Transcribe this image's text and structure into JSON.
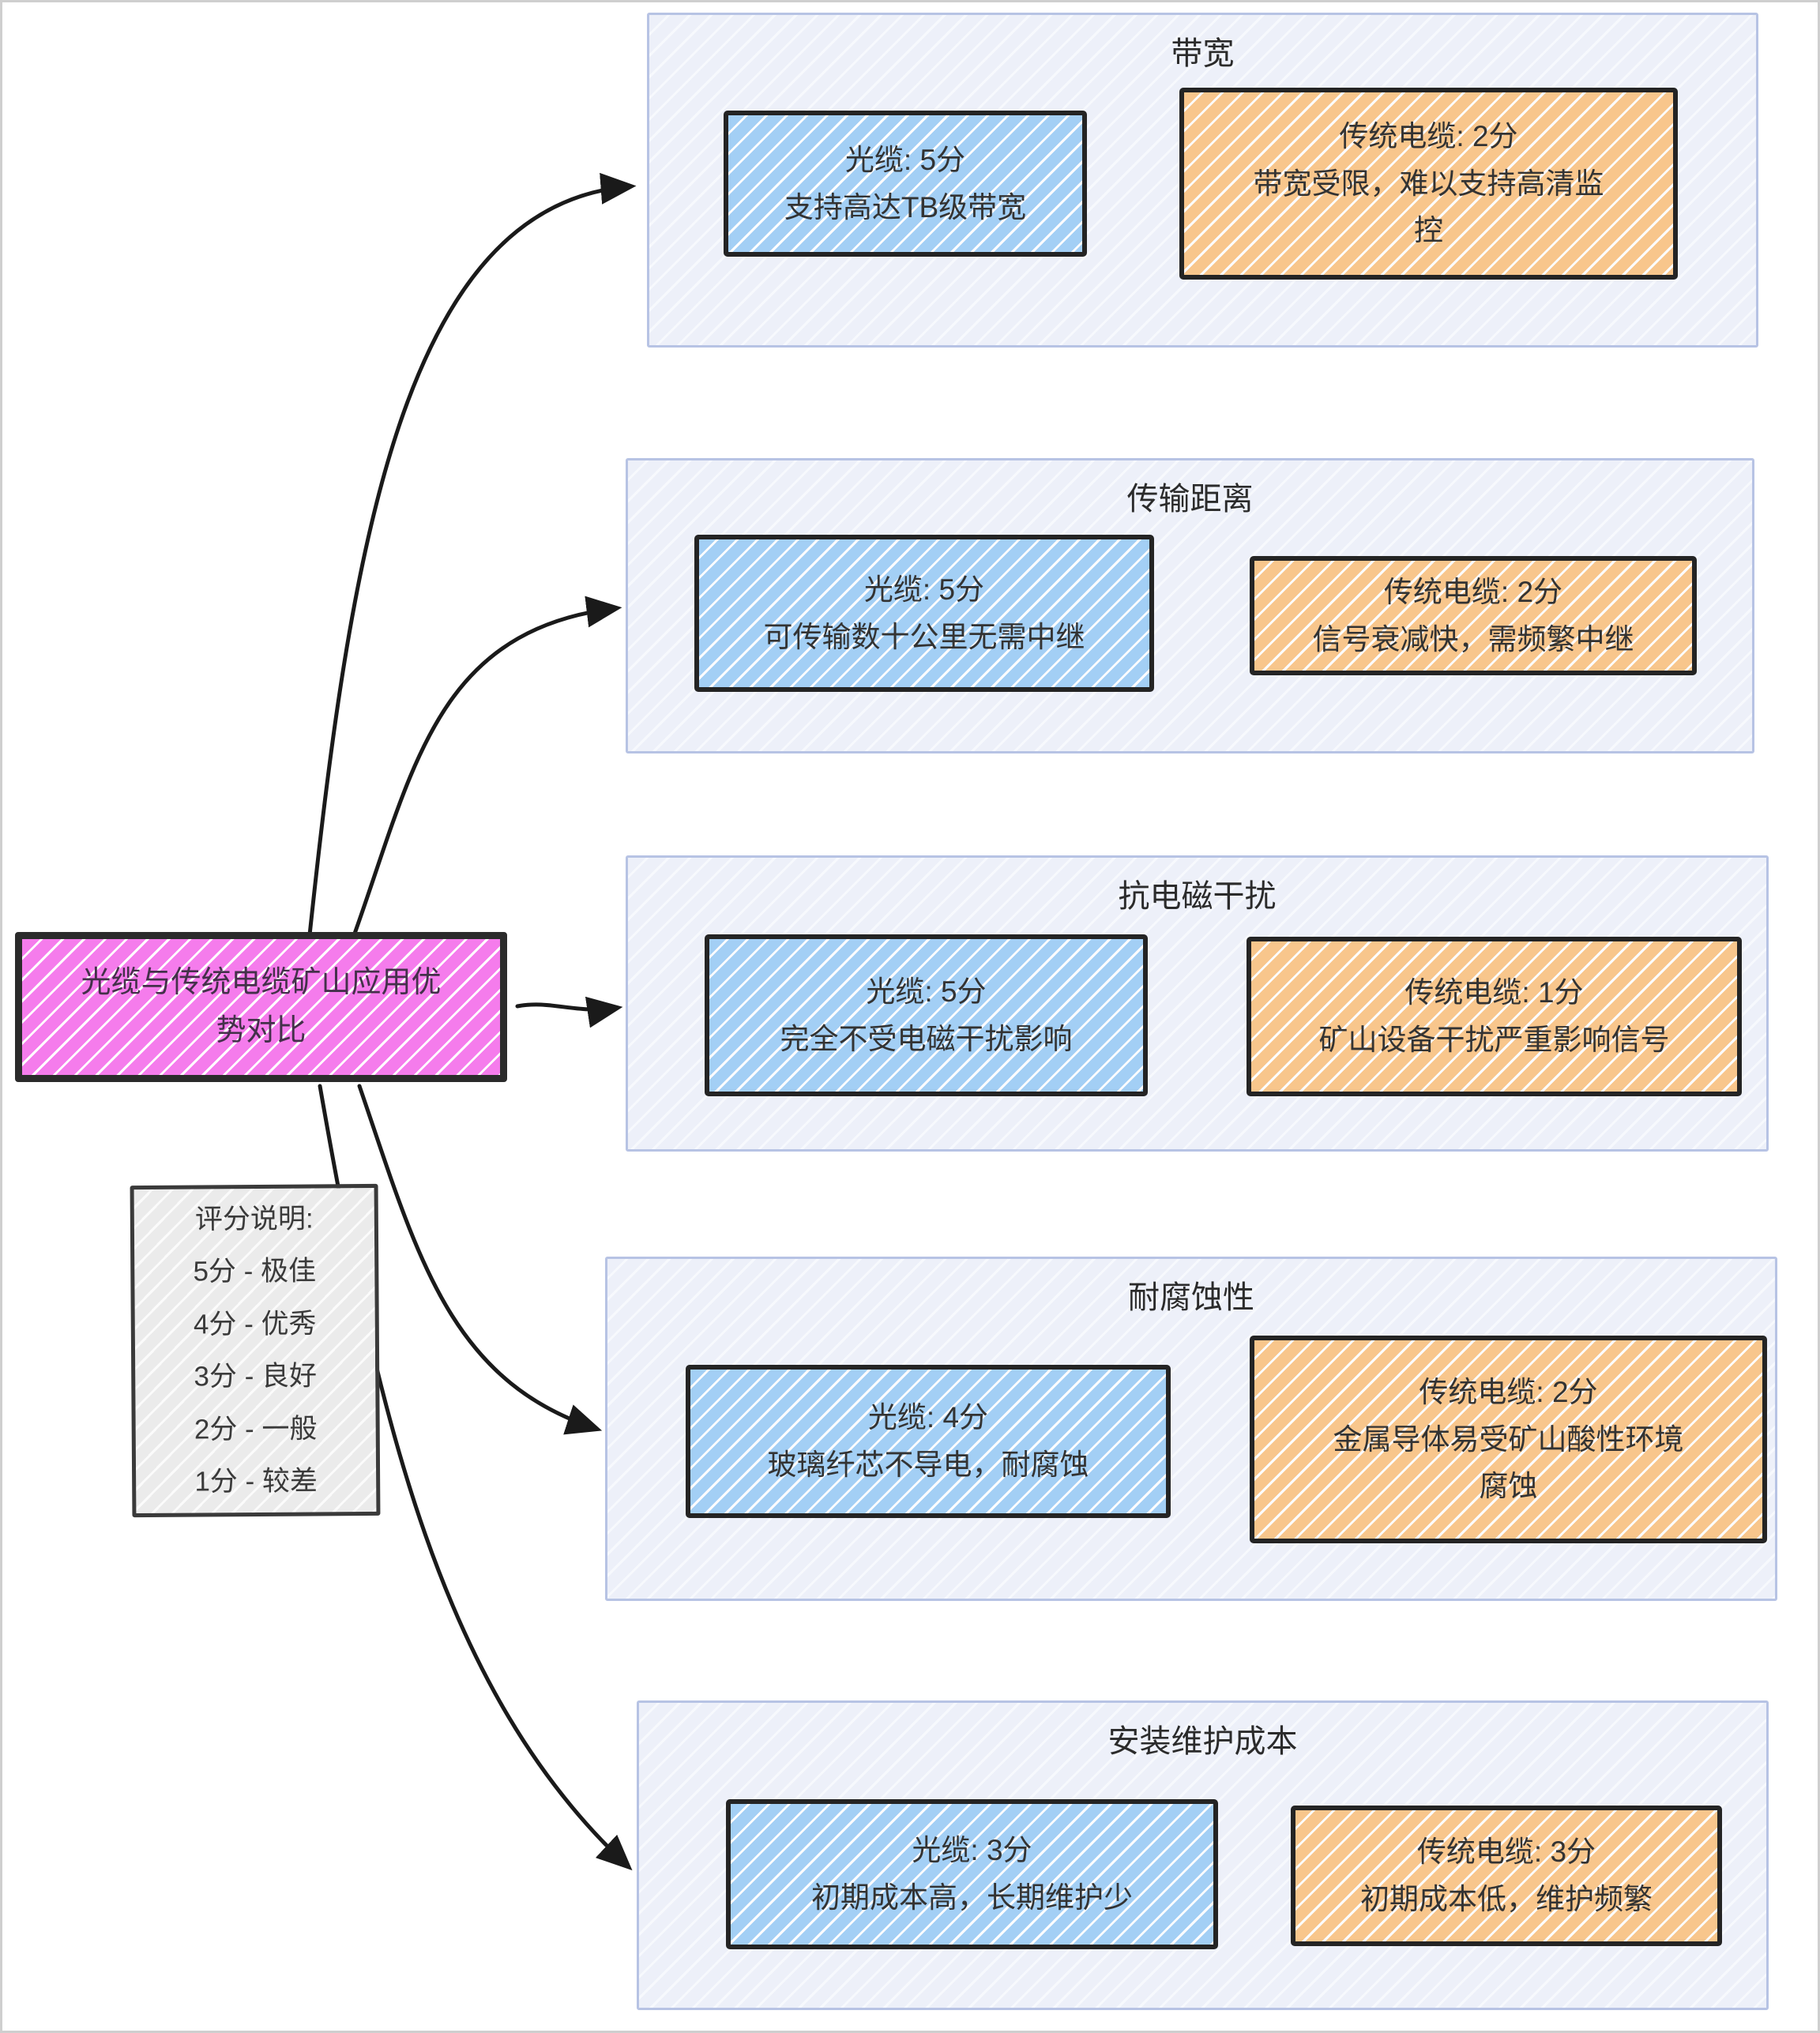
{
  "diagram": {
    "root": {
      "title": "光缆与传统电缆矿山应用优\n势对比"
    },
    "legend": {
      "lines": [
        "评分说明:",
        "5分 - 极佳",
        "4分 - 优秀",
        "3分 - 良好",
        "2分 - 一般",
        "1分 - 较差"
      ]
    },
    "sections": [
      {
        "title": "带宽",
        "optical": {
          "label": "光缆: 5分",
          "score": 5,
          "desc": "支持高达TB级带宽"
        },
        "traditional": {
          "label": "传统电缆: 2分",
          "score": 2,
          "desc": "带宽受限，难以支持高清监\n控"
        }
      },
      {
        "title": "传输距离",
        "optical": {
          "label": "光缆: 5分",
          "score": 5,
          "desc": "可传输数十公里无需中继"
        },
        "traditional": {
          "label": "传统电缆: 2分",
          "score": 2,
          "desc": "信号衰减快，需频繁中继"
        }
      },
      {
        "title": "抗电磁干扰",
        "optical": {
          "label": "光缆: 5分",
          "score": 5,
          "desc": "完全不受电磁干扰影响"
        },
        "traditional": {
          "label": "传统电缆: 1分",
          "score": 1,
          "desc": "矿山设备干扰严重影响信号"
        }
      },
      {
        "title": "耐腐蚀性",
        "optical": {
          "label": "光缆: 4分",
          "score": 4,
          "desc": "玻璃纤芯不导电，耐腐蚀"
        },
        "traditional": {
          "label": "传统电缆: 2分",
          "score": 2,
          "desc": "金属导体易受矿山酸性环境\n腐蚀"
        }
      },
      {
        "title": "安装维护成本",
        "optical": {
          "label": "光缆: 3分",
          "score": 3,
          "desc": "初期成本高，长期维护少"
        },
        "traditional": {
          "label": "传统电缆: 3分",
          "score": 3,
          "desc": "初期成本低，维护频繁"
        }
      }
    ],
    "colors": {
      "root_fill": "#f57cec",
      "optical_fill": "#a3cff5",
      "traditional_fill": "#f8c68c",
      "section_fill": "#eef0f9",
      "section_border": "#b7c3e4",
      "legend_fill": "#ebebeb",
      "stroke": "#2b2b2b"
    }
  }
}
